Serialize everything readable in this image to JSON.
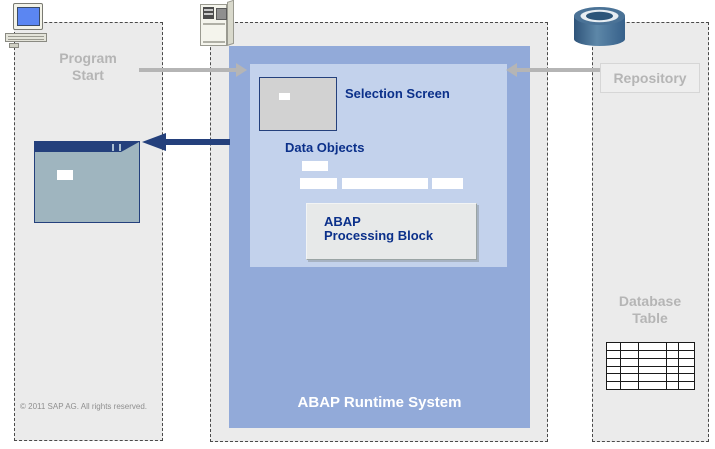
{
  "diagram": {
    "left_panel": {
      "label": {
        "line1": "Program",
        "line2": "Start"
      },
      "copyright": "© 2011 SAP AG. All rights reserved."
    },
    "runtime_panel": {
      "title": "ABAP Runtime System",
      "selection_screen_label": "Selection Screen",
      "data_objects_label": "Data Objects",
      "processing_block": {
        "line1": "ABAP",
        "line2": "Processing Block"
      }
    },
    "right_panel": {
      "repository_label": "Repository",
      "database_table_label": {
        "line1": "Database",
        "line2": "Table"
      },
      "table_grid": {
        "rows": 6,
        "cols": 5
      }
    },
    "icons": {
      "desktop_computer": "desktop-computer-icon",
      "server": "server-icon",
      "database_cylinder": "database-cylinder-icon"
    },
    "colors": {
      "panel_background": "#ebebeb",
      "runtime_box": "#92aad9",
      "runtime_inner_box": "#c3d2ec",
      "navy_text": "#0b308a",
      "navy_arrow": "#24407c",
      "gray_label": "#b5b5b5",
      "gray_arrow": "#b5b5b5",
      "window_body": "#9fb5bf",
      "window_titlebar": "#24407c"
    }
  }
}
